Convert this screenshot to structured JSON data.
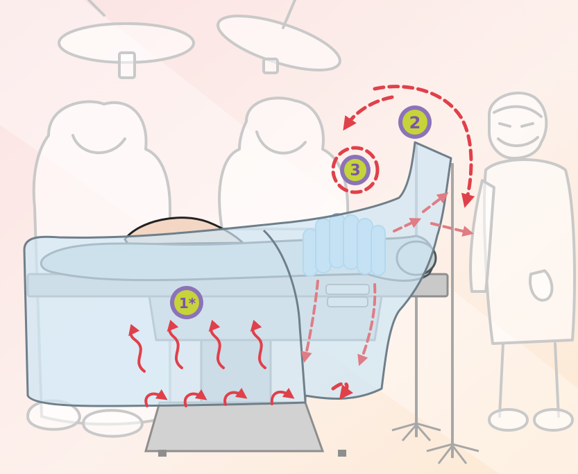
{
  "colors": {
    "airflow": "#e0404a",
    "marker_ring": "#8c73b8",
    "marker_fill": "#c6d43a",
    "marker_text": "#7a55a8",
    "drape": "#cfe6f4",
    "blanket": "#a9d8f2",
    "outline": "#c9c9c9"
  },
  "markers": [
    {
      "id": "1",
      "label": "1*"
    },
    {
      "id": "2",
      "label": "2"
    },
    {
      "id": "3",
      "label": "3"
    }
  ]
}
